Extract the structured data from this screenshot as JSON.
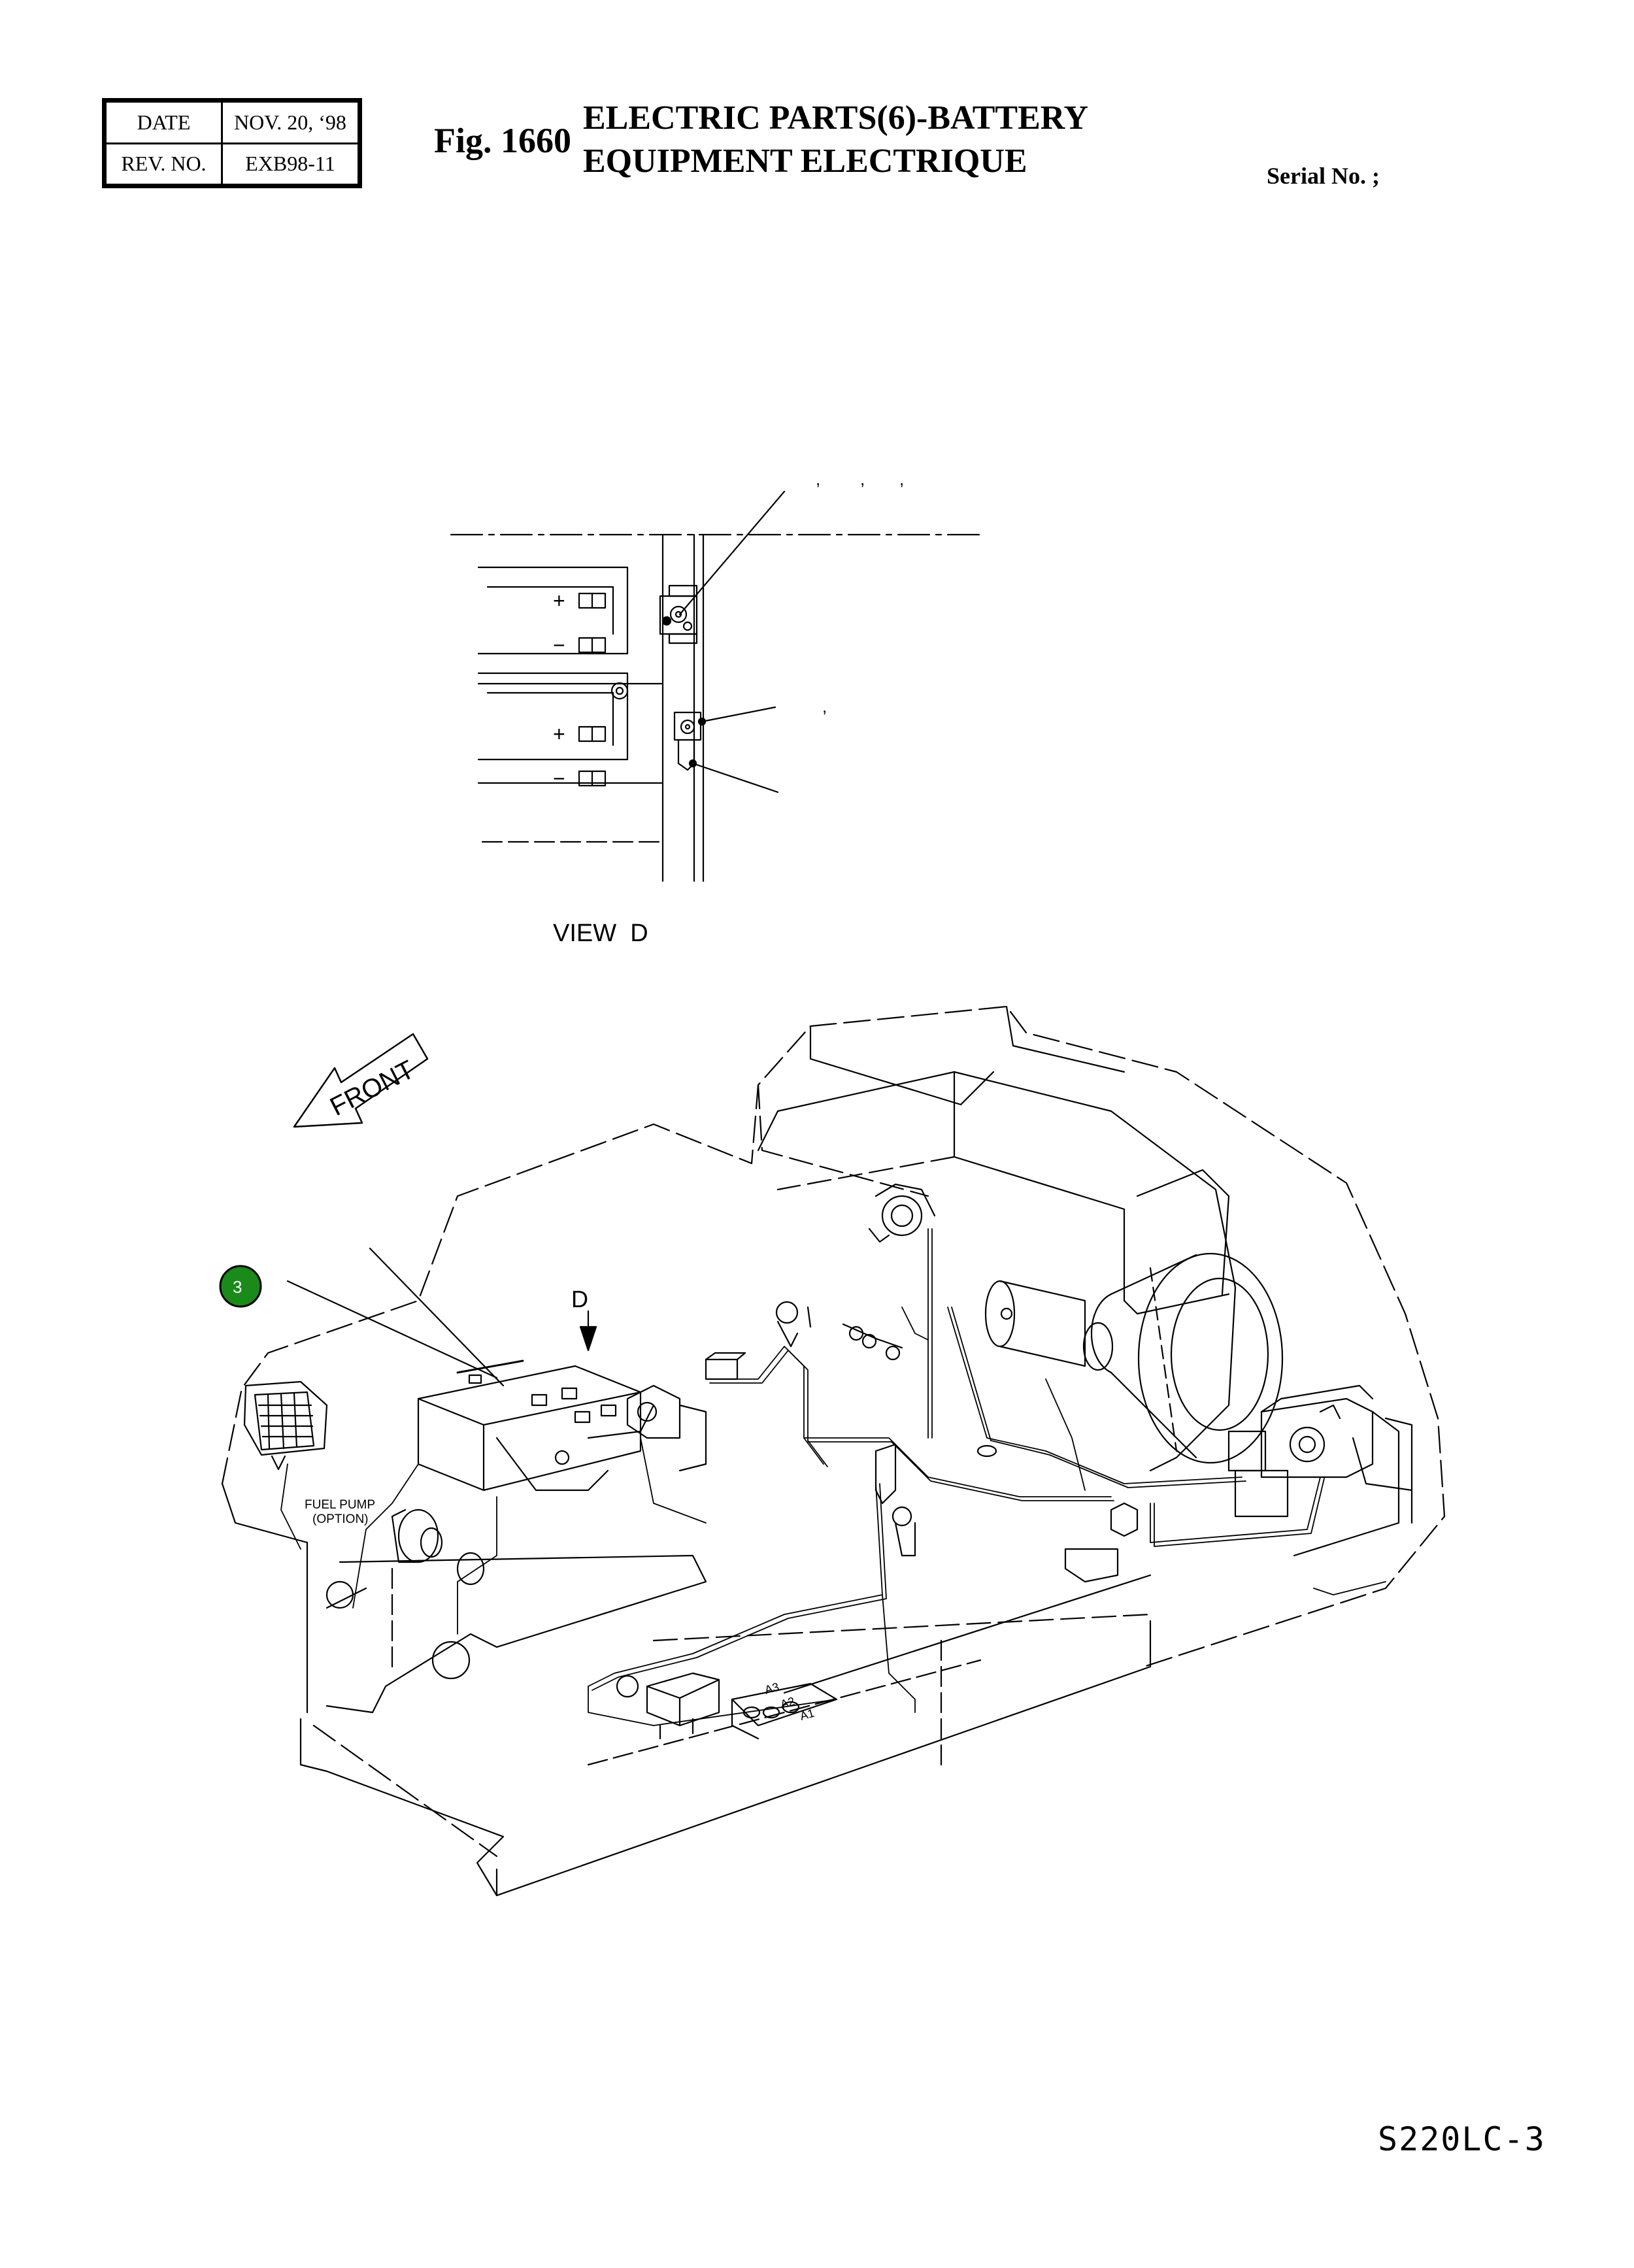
{
  "revision": {
    "date_label": "DATE",
    "date_value": "NOV. 20, ‘98",
    "rev_label": "REV. NO.",
    "rev_value": "EXB98-11"
  },
  "figure": {
    "number": "Fig. 1660",
    "title_line1": "ELECTRIC PARTS(6)-BATTERY",
    "title_line2": "EQUIPMENT ELECTRIQUE"
  },
  "serial_label": "Serial No. ;",
  "view_label": "VIEW  D",
  "front_label": "FRONT",
  "d_marker": "D",
  "terminal_signs": [
    "+",
    "−",
    "+",
    "−"
  ],
  "leader_commas": [
    ",",
    ",",
    ",",
    ","
  ],
  "callout_3": "3",
  "callout_color": "#1a8a1a",
  "fuel_pump_label_1": "FUEL PUMP",
  "fuel_pump_label_2": "(OPTION)",
  "connector_labels": [
    "A3",
    "A2",
    "A1"
  ],
  "model_code": "S220LC-3"
}
